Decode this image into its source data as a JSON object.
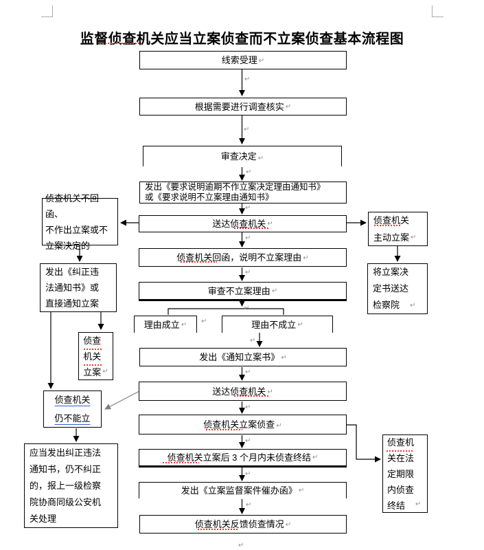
{
  "title": "监督侦查机关应当立案侦查而不立案侦查基本流程图",
  "marks": {
    "pilcrow": "↵"
  },
  "colors": {
    "box_border": "#000000",
    "spellcheck_red": "#e53935",
    "hyperlink_underline_blue": "#2f5fd0",
    "gray_connector": "#808080",
    "page_corner_mark": "#aaaaaa"
  },
  "nodes": {
    "clue": {
      "label": "线索受理"
    },
    "verify": {
      "label": "根据需要进行调查核实"
    },
    "review_decide": {
      "label": "审查决定"
    },
    "notice_issue": {
      "label": "发出《要求说明逾期不作立案决定理由通知书》\n或《要求说明不立案理由通知书》"
    },
    "deliver1": {
      "label": "送达侦查机关"
    },
    "no_reply": {
      "label": "侦查机关不回函、\n不作出立案或不\n立案决定的"
    },
    "proactive": {
      "label": "侦查机关\n主动立案"
    },
    "reply": {
      "label": "侦查机关回函，说明不立案理由"
    },
    "review_reason": {
      "label": "审查不立案理由"
    },
    "correct_notice": {
      "label": "发出《纠正违\n法通知书》或\n直接通知立案"
    },
    "deliver_decision": {
      "label": "将立案决\n定书送达\n检察院"
    },
    "reason_valid": {
      "label": "理由成立"
    },
    "reason_invalid": {
      "label": "理由不成立"
    },
    "small_case": {
      "label": "侦查\n机关\n立案"
    },
    "notify_case": {
      "label": "发出《通知立案书》"
    },
    "deliver2": {
      "label": "送达侦查机关"
    },
    "still_not": {
      "label": "侦查机关\n仍不能立"
    },
    "case_investigate": {
      "label": "侦查机关立案侦查"
    },
    "three_month": {
      "label": "侦查机关立案后 3 个月内未侦查终结"
    },
    "should_issue": {
      "label": "应当发出纠正违法\n通知书，仍不纠正\n的，报上一级检察\n院协商同级公安机\n关处理"
    },
    "urge_letter": {
      "label": "发出《立案监督案件催办函》"
    },
    "feedback": {
      "label": "侦查机关反馈侦查情况"
    },
    "legal_term": {
      "label": "侦查机\n关在法\n定期限\n内侦查\n终结"
    }
  }
}
